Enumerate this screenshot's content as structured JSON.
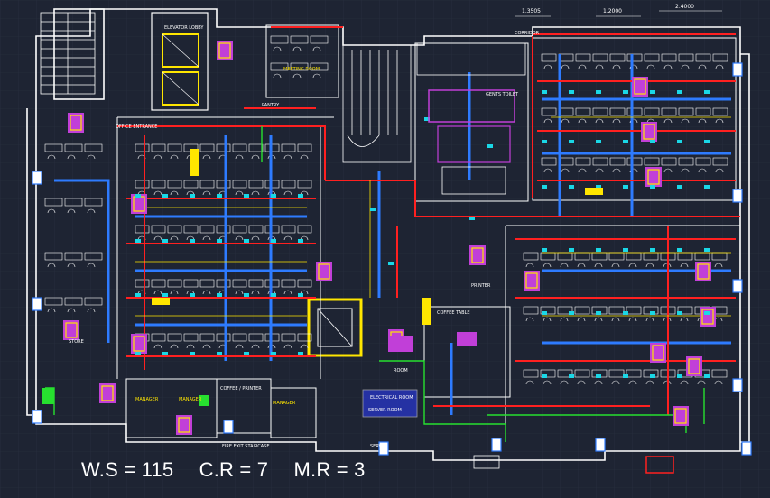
{
  "colors": {
    "background": "#1e2433",
    "grid": "#2a3142",
    "wall": "#ffffff",
    "duct_supply": "#ff2020",
    "duct_return": "#2e7bff",
    "equipment": "#c13fd8",
    "cyan": "#1ad7e6",
    "yellow": "#ffe600",
    "green": "#27e02f"
  },
  "dimensions": [
    "1.3505",
    "1.2000",
    "2.4000"
  ],
  "labels": {
    "elevator_lobby": "ELEVATOR LOBBY",
    "meeting_room": "MEETING ROOM",
    "pantry": "PANTRY",
    "office_entrance": "OFFICE ENTRANCE",
    "gents_toilet": "GENTS TOILET",
    "corridor": "CORRIDOR",
    "printer_right": "PRINTER",
    "coffee_table": "COFFEE TABLE",
    "room": "ROOM",
    "manager_1": "MANAGER",
    "manager_2": "MANAGER",
    "manager_3": "MANAGER",
    "coffee_printer": "COFFEE / PRINTER",
    "electrical_room": "ELECTRICAL ROOM",
    "server_room": "SERVER ROOM",
    "store": "STORE",
    "fire_exit_staircase": "FIRE EXIT STAIRCASE",
    "server": "SERVER"
  },
  "stats": {
    "workstations": "W.S = 115",
    "conference_rooms": "C.R = 7",
    "meeting_rooms": "M.R = 3"
  }
}
